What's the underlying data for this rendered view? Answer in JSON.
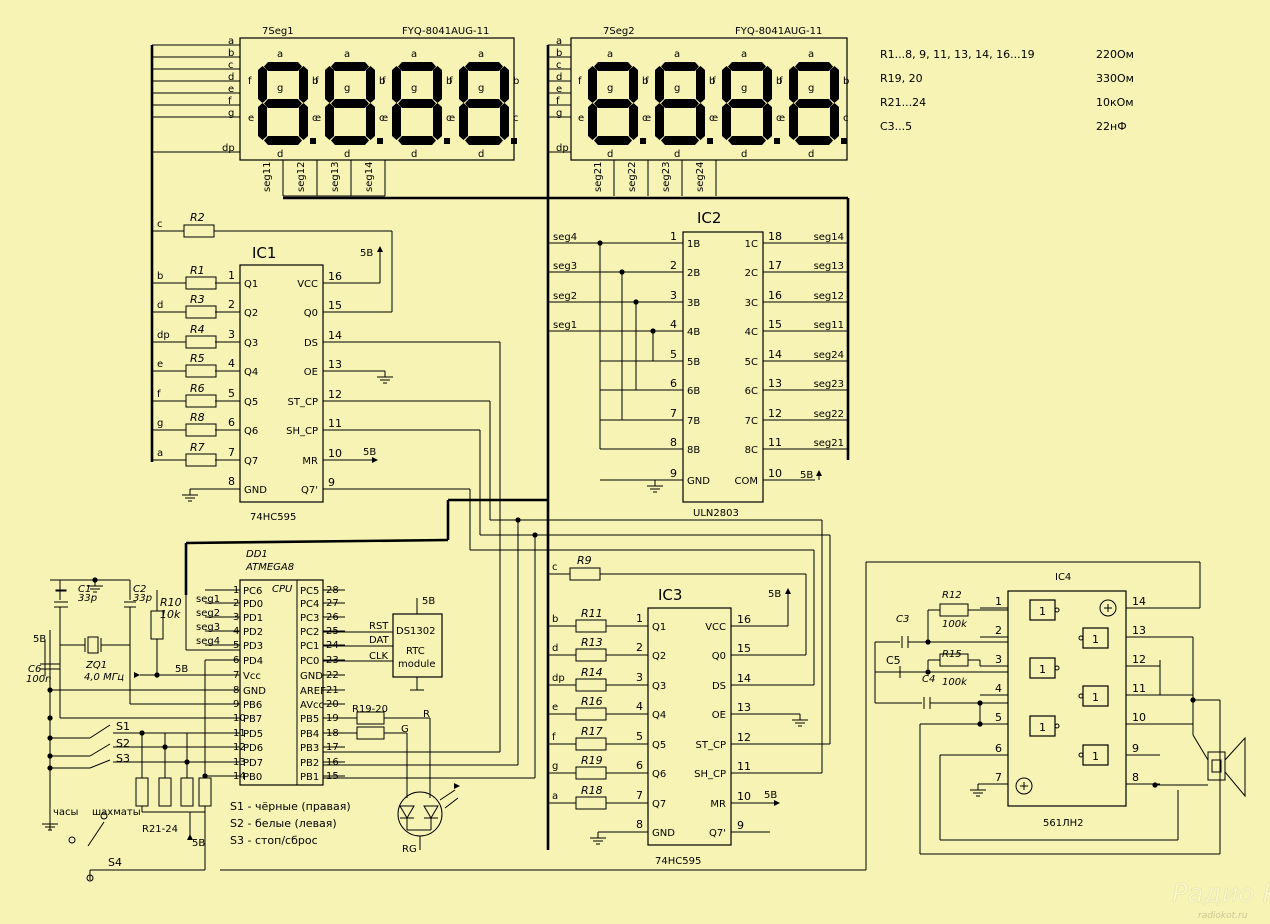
{
  "displays": {
    "seg1": {
      "name": "7Seg1",
      "part": "FYQ-8041AUG-11",
      "digits": [
        "seg11",
        "seg12",
        "seg13",
        "seg14"
      ]
    },
    "seg2": {
      "name": "7Seg2",
      "part": "FYQ-8041AUG-11",
      "digits": [
        "seg21",
        "seg22",
        "seg23",
        "seg24"
      ]
    },
    "segment_labels": [
      "a",
      "b",
      "c",
      "d",
      "e",
      "f",
      "g",
      "dp"
    ]
  },
  "legend": [
    {
      "ref": "R1...8, 9, 11, 13, 14, 16...19",
      "value": "220Ом"
    },
    {
      "ref": "R19, 20",
      "value": "330Ом"
    },
    {
      "ref": "R21...24",
      "value": "10кОм"
    },
    {
      "ref": "С3...5",
      "value": "22нФ"
    }
  ],
  "ic1": {
    "title": "IC1",
    "part": "74HC595",
    "left": [
      {
        "n": "1",
        "p": "Q1"
      },
      {
        "n": "2",
        "p": "Q2"
      },
      {
        "n": "3",
        "p": "Q3"
      },
      {
        "n": "4",
        "p": "Q4"
      },
      {
        "n": "5",
        "p": "Q5"
      },
      {
        "n": "6",
        "p": "Q6"
      },
      {
        "n": "7",
        "p": "Q7"
      },
      {
        "n": "8",
        "p": "GND"
      }
    ],
    "right": [
      {
        "n": "16",
        "p": "VCC"
      },
      {
        "n": "15",
        "p": "Q0"
      },
      {
        "n": "14",
        "p": "DS"
      },
      {
        "n": "13",
        "p": "OE"
      },
      {
        "n": "12",
        "p": "ST_CP"
      },
      {
        "n": "11",
        "p": "SH_CP"
      },
      {
        "n": "10",
        "p": "MR"
      },
      {
        "n": "9",
        "p": "Q7'"
      }
    ],
    "res": [
      {
        "r": "R2",
        "s": "c"
      },
      {
        "r": "R1",
        "s": "b"
      },
      {
        "r": "R3",
        "s": "d"
      },
      {
        "r": "R4",
        "s": "dp"
      },
      {
        "r": "R5",
        "s": "e"
      },
      {
        "r": "R6",
        "s": "f"
      },
      {
        "r": "R8",
        "s": "g"
      },
      {
        "r": "R7",
        "s": "a"
      }
    ]
  },
  "ic2": {
    "title": "IC2",
    "part": "ULN2803",
    "left": [
      {
        "n": "1",
        "p": "1B"
      },
      {
        "n": "2",
        "p": "2B"
      },
      {
        "n": "3",
        "p": "3B"
      },
      {
        "n": "4",
        "p": "4B"
      },
      {
        "n": "5",
        "p": "5B"
      },
      {
        "n": "6",
        "p": "6B"
      },
      {
        "n": "7",
        "p": "7B"
      },
      {
        "n": "8",
        "p": "8B"
      },
      {
        "n": "9",
        "p": "GND"
      }
    ],
    "right": [
      {
        "n": "18",
        "p": "1C"
      },
      {
        "n": "17",
        "p": "2C"
      },
      {
        "n": "16",
        "p": "3C"
      },
      {
        "n": "15",
        "p": "4C"
      },
      {
        "n": "14",
        "p": "5C"
      },
      {
        "n": "13",
        "p": "6C"
      },
      {
        "n": "12",
        "p": "7C"
      },
      {
        "n": "11",
        "p": "8C"
      },
      {
        "n": "10",
        "p": "COM"
      }
    ],
    "in": [
      "seg4",
      "seg3",
      "seg2",
      "seg1"
    ],
    "out": [
      "seg14",
      "seg13",
      "seg12",
      "seg11",
      "seg24",
      "seg23",
      "seg22",
      "seg21"
    ]
  },
  "ic3": {
    "title": "IC3",
    "part": "74HC595",
    "left": [
      {
        "n": "1",
        "p": "Q1"
      },
      {
        "n": "2",
        "p": "Q2"
      },
      {
        "n": "3",
        "p": "Q3"
      },
      {
        "n": "4",
        "p": "Q4"
      },
      {
        "n": "5",
        "p": "Q5"
      },
      {
        "n": "6",
        "p": "Q6"
      },
      {
        "n": "7",
        "p": "Q7"
      },
      {
        "n": "8",
        "p": "GND"
      }
    ],
    "right": [
      {
        "n": "16",
        "p": "VCC"
      },
      {
        "n": "15",
        "p": "Q0"
      },
      {
        "n": "14",
        "p": "DS"
      },
      {
        "n": "13",
        "p": "OE"
      },
      {
        "n": "12",
        "p": "ST_CP"
      },
      {
        "n": "11",
        "p": "SH_CP"
      },
      {
        "n": "10",
        "p": "MR"
      },
      {
        "n": "9",
        "p": "Q7'"
      }
    ],
    "res": [
      {
        "r": "R9",
        "s": "c"
      },
      {
        "r": "R11",
        "s": "b"
      },
      {
        "r": "R13",
        "s": "d"
      },
      {
        "r": "R14",
        "s": "dp"
      },
      {
        "r": "R16",
        "s": "e"
      },
      {
        "r": "R17",
        "s": "f"
      },
      {
        "r": "R19",
        "s": "g"
      },
      {
        "r": "R18",
        "s": "a"
      }
    ]
  },
  "dd1": {
    "title": "DD1",
    "part": "ATMEGA8",
    "cpu": "CPU",
    "left": [
      {
        "n": "1",
        "p": "PC6"
      },
      {
        "n": "2",
        "p": "PD0"
      },
      {
        "n": "3",
        "p": "PD1"
      },
      {
        "n": "4",
        "p": "PD2"
      },
      {
        "n": "5",
        "p": "PD3"
      },
      {
        "n": "6",
        "p": "PD4"
      },
      {
        "n": "7",
        "p": "Vcc"
      },
      {
        "n": "8",
        "p": "GND"
      },
      {
        "n": "9",
        "p": "PB6"
      },
      {
        "n": "10",
        "p": "PB7"
      },
      {
        "n": "11",
        "p": "PD5"
      },
      {
        "n": "12",
        "p": "PD6"
      },
      {
        "n": "13",
        "p": "PD7"
      },
      {
        "n": "14",
        "p": "PB0"
      }
    ],
    "right": [
      {
        "n": "28",
        "p": "PC5"
      },
      {
        "n": "27",
        "p": "PC4"
      },
      {
        "n": "26",
        "p": "PC3"
      },
      {
        "n": "25",
        "p": "PC2"
      },
      {
        "n": "24",
        "p": "PC1"
      },
      {
        "n": "23",
        "p": "PC0"
      },
      {
        "n": "22",
        "p": "GND"
      },
      {
        "n": "21",
        "p": "AREF"
      },
      {
        "n": "20",
        "p": "AVcc"
      },
      {
        "n": "19",
        "p": "PB5"
      },
      {
        "n": "18",
        "p": "PB4"
      },
      {
        "n": "17",
        "p": "PB3"
      },
      {
        "n": "16",
        "p": "PB2"
      },
      {
        "n": "15",
        "p": "PB1"
      }
    ],
    "nets": [
      "seg1",
      "seg2",
      "seg3",
      "seg4"
    ]
  },
  "rtc": {
    "chip": "DS1302",
    "l1": "RTC",
    "l2": "module",
    "pins": [
      "RST",
      "DAT",
      "CLK"
    ],
    "v": "5В"
  },
  "ic4": {
    "title": "IC4",
    "part": "561ЛН2",
    "left": [
      "1",
      "2",
      "3",
      "4",
      "5",
      "6",
      "7"
    ],
    "right": [
      "14",
      "13",
      "12",
      "11",
      "10",
      "9",
      "8"
    ],
    "gate": "1"
  },
  "parts": {
    "c1": "C1",
    "c1v": "33p",
    "c2": "C2",
    "c2v": "33p",
    "zq": "ZQ1",
    "zqv": "4,0 МГц",
    "c6": "C6",
    "c6v": "100n",
    "r10": "R10",
    "r10v": "10k",
    "r12": "R12",
    "r12v": "100k",
    "r15": "R15",
    "r15v": "100k",
    "c3": "C3",
    "c4": "C4",
    "c5": "C5",
    "r1920": "R19-20",
    "r2124": "R21-24",
    "rg": "RG",
    "r": "R",
    "g": "G",
    "s1": "S1",
    "s2": "S2",
    "s3": "S3",
    "s4": "S4",
    "clock": "часы",
    "chess": "шахматы",
    "v5": "5В"
  },
  "notes": [
    "S1 - чёрные (правая)",
    "S2 - белые (левая)",
    "S3 - стоп/сброс"
  ],
  "watermark": {
    "main": "Радио КОТ",
    "url": "radiokot.ru"
  }
}
